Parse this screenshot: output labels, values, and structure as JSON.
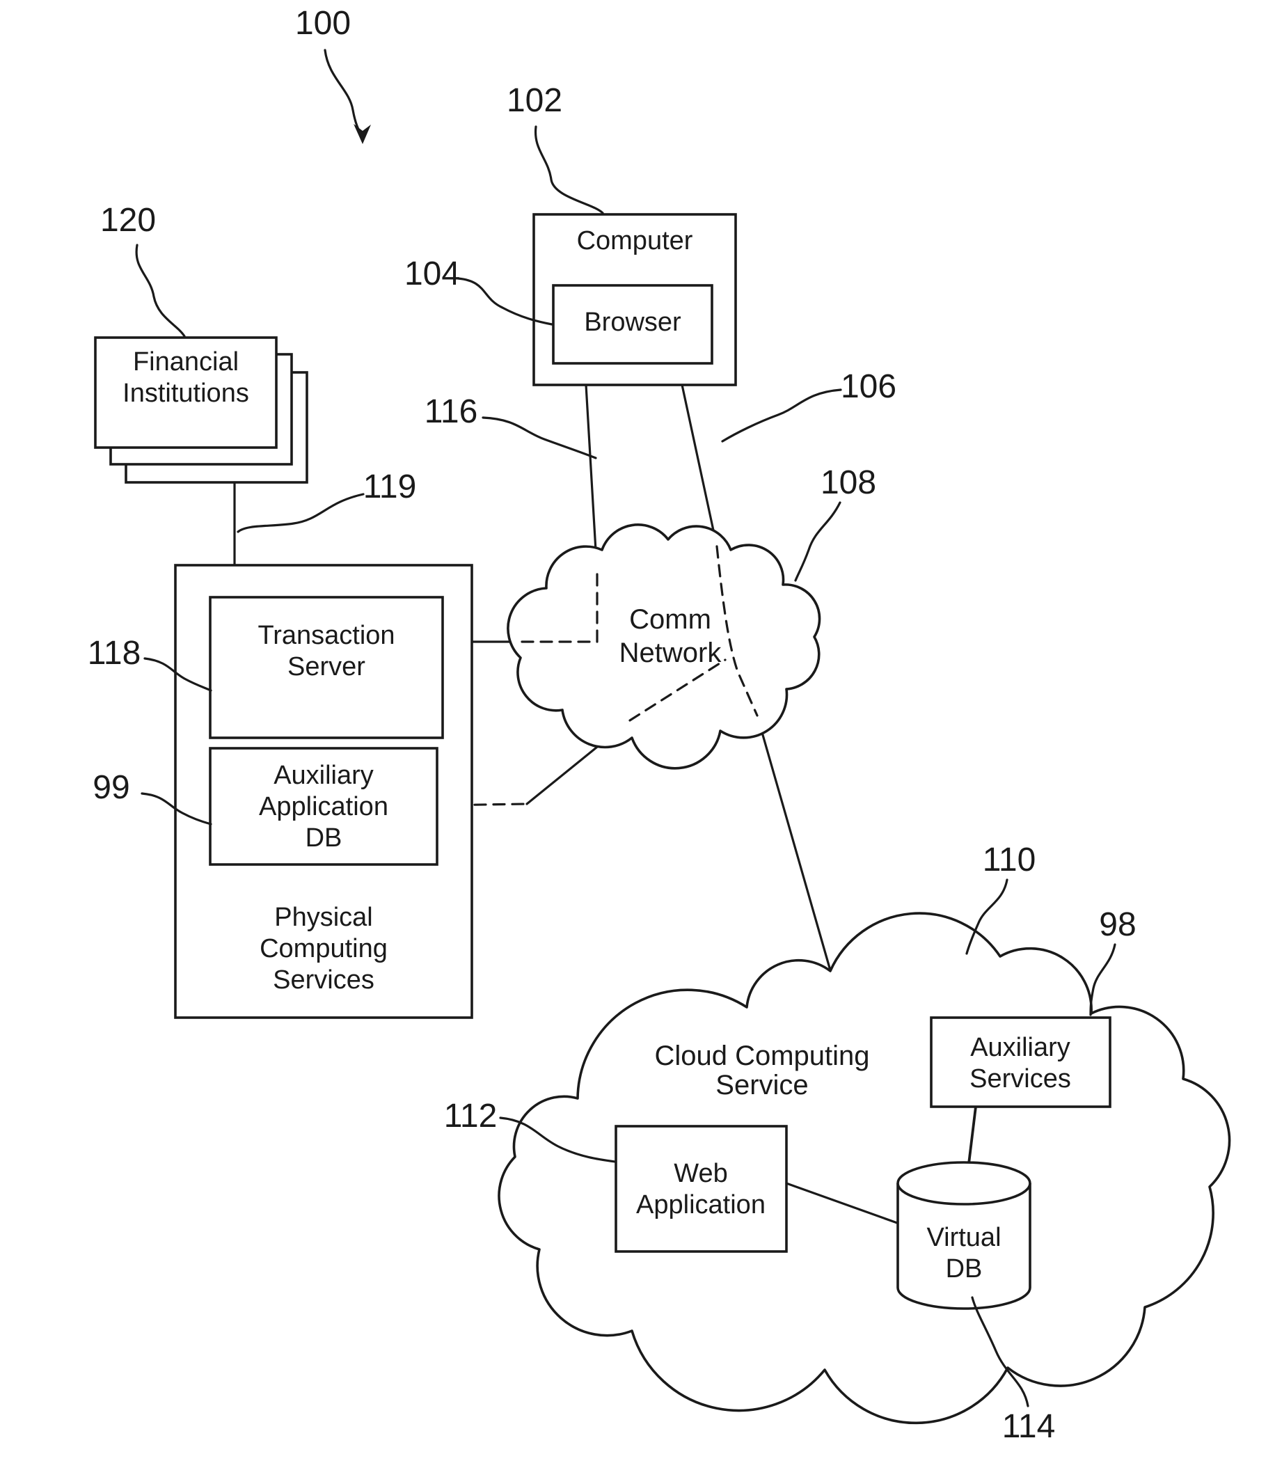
{
  "figure": {
    "type": "patent-system-diagram",
    "colors": {
      "ink": "#1a1a1a",
      "background": "#ffffff"
    }
  },
  "refs": {
    "system": "100",
    "computer": "102",
    "browser": "104",
    "computer_right_link": "106",
    "comm_network": "108",
    "cloud_computing_service": "110",
    "web_application": "112",
    "virtual_db": "114",
    "computer_left_link": "116",
    "transaction_server": "118",
    "fi_link": "119",
    "financial_institutions": "120",
    "auxiliary_services": "98",
    "auxiliary_application_db": "99"
  },
  "nodes": {
    "computer": {
      "label": "Computer"
    },
    "browser": {
      "label": "Browser"
    },
    "financial_institutions": {
      "line1": "Financial",
      "line2": "Institutions"
    },
    "transaction_server": {
      "line1": "Transaction",
      "line2": "Server"
    },
    "auxiliary_application_db": {
      "line1": "Auxiliary",
      "line2": "Application",
      "line3": "DB"
    },
    "physical_computing_services": {
      "line1": "Physical",
      "line2": "Computing",
      "line3": "Services"
    },
    "comm_network": {
      "line1": "Comm",
      "line2": "Network"
    },
    "cloud_computing_service": {
      "line1": "Cloud Computing",
      "line2": "Service"
    },
    "auxiliary_services": {
      "line1": "Auxiliary",
      "line2": "Services"
    },
    "web_application": {
      "line1": "Web",
      "line2": "Application"
    },
    "virtual_db": {
      "line1": "Virtual",
      "line2": "DB"
    }
  }
}
